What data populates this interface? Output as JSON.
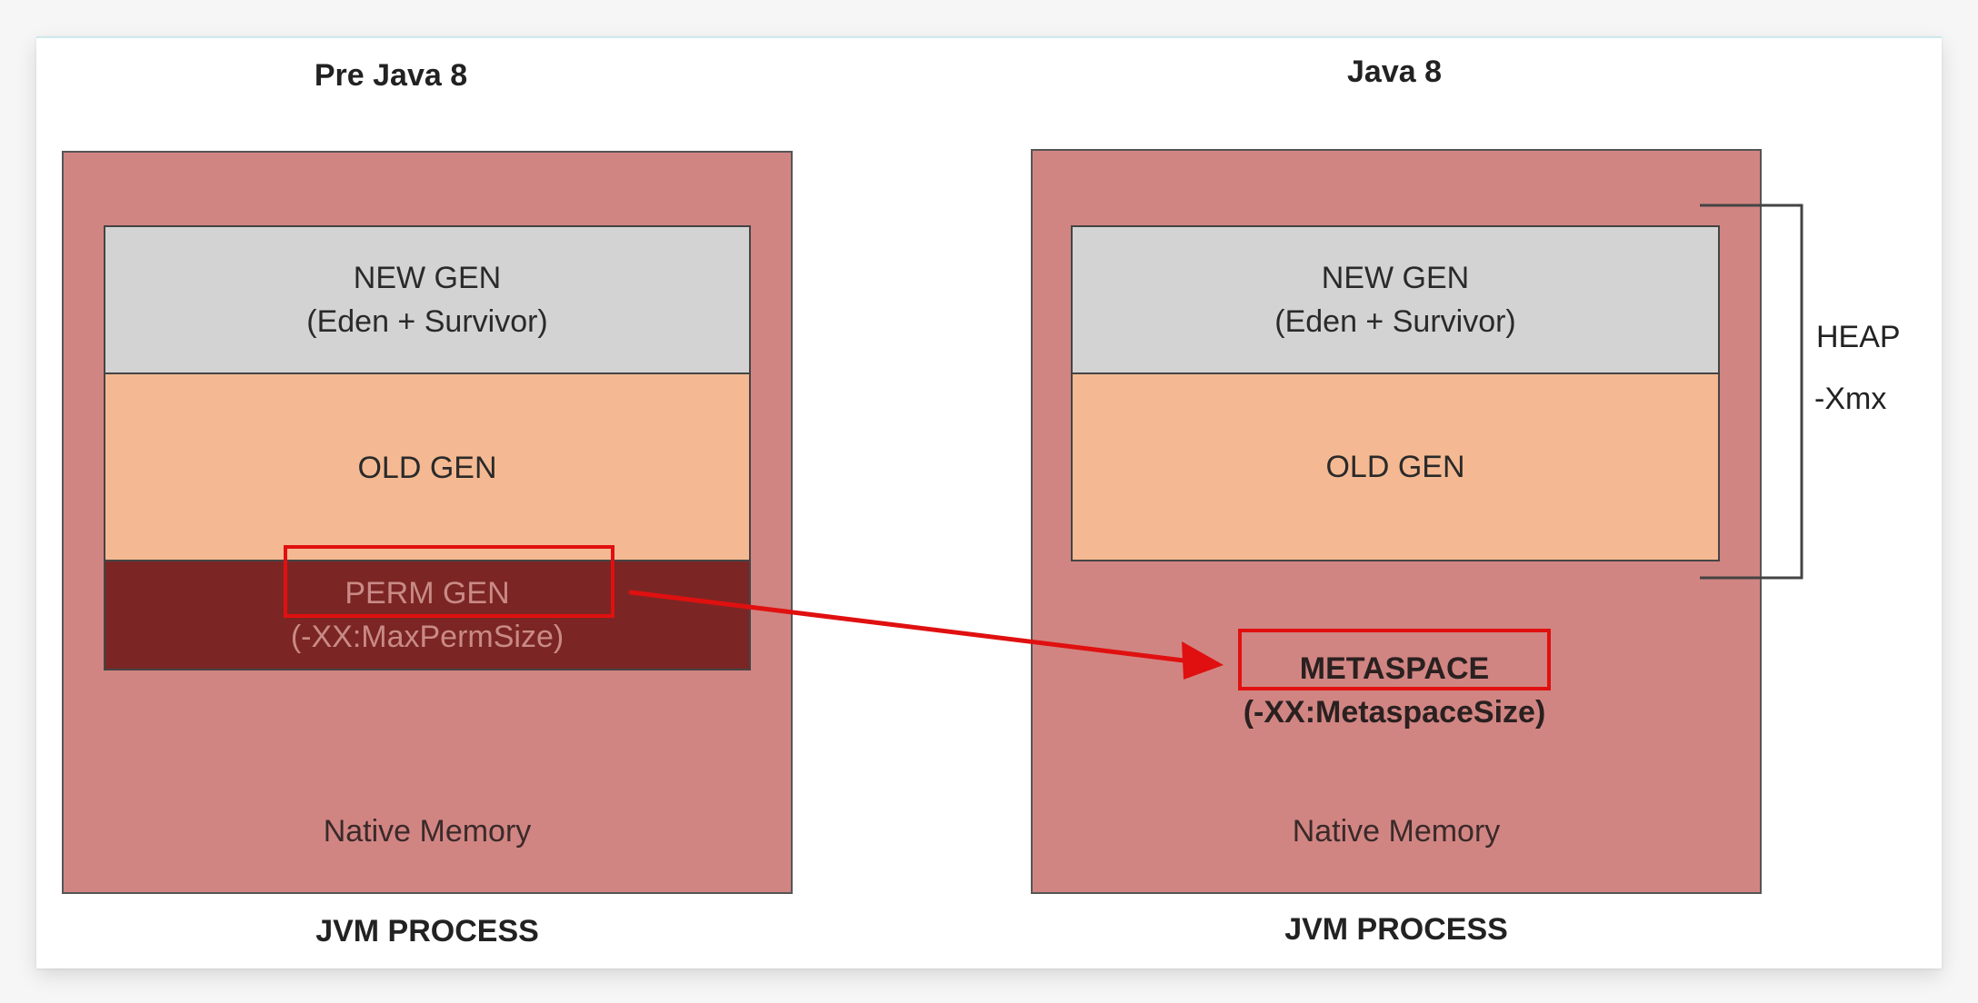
{
  "left_panel": {
    "title": "Pre Java 8",
    "new_gen": {
      "line1": "NEW GEN",
      "line2": "(Eden + Survivor)"
    },
    "old_gen": "OLD GEN",
    "perm_gen": {
      "line1": "PERM GEN",
      "line2": "(-XX:MaxPermSize)"
    },
    "native_memory": "Native Memory",
    "footer": "JVM PROCESS"
  },
  "right_panel": {
    "title": "Java 8",
    "new_gen": {
      "line1": "NEW GEN",
      "line2": "(Eden + Survivor)"
    },
    "old_gen": "OLD GEN",
    "metaspace": {
      "line1": "METASPACE",
      "line2": "(-XX:MetaspaceSize)"
    },
    "native_memory": "Native Memory",
    "footer": "JVM PROCESS",
    "heap": {
      "label": "HEAP",
      "flag": "-Xmx"
    }
  },
  "colors": {
    "jvm_process": "#d18582",
    "new_gen": "#d3d3d3",
    "old_gen": "#f4b992",
    "perm_gen": "#7b2624",
    "highlight": "#e01010"
  }
}
